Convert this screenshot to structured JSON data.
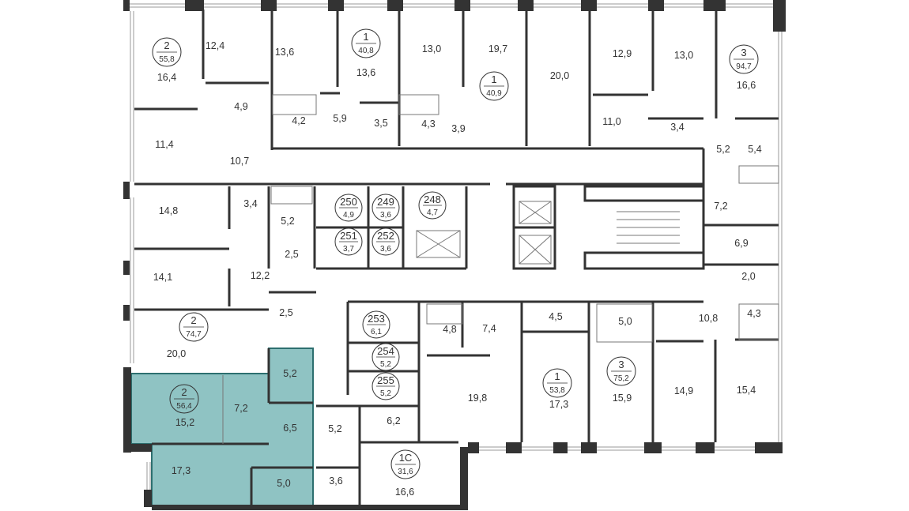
{
  "colors": {
    "wall": "#333333",
    "highlight": "#8fc3c3",
    "highlight_edge": "#2d6f6f",
    "text": "#333333",
    "background": "#ffffff"
  },
  "apartments": [
    {
      "id": "a1",
      "rooms": "2",
      "area": "55,8"
    },
    {
      "id": "a2",
      "rooms": "1",
      "area": "40,8"
    },
    {
      "id": "a3",
      "rooms": "1",
      "area": "40,9"
    },
    {
      "id": "a4",
      "rooms": "3",
      "area": "94,7"
    },
    {
      "id": "a5",
      "rooms": "2",
      "area": "74,7"
    },
    {
      "id": "a6",
      "rooms": "2",
      "area": "56,4"
    },
    {
      "id": "a7",
      "rooms": "1",
      "area": "53,8"
    },
    {
      "id": "a8",
      "rooms": "3",
      "area": "75,2"
    },
    {
      "id": "a9",
      "rooms": "1С",
      "area": "31,6"
    }
  ],
  "storage": [
    {
      "num": "250",
      "area": "4,9"
    },
    {
      "num": "249",
      "area": "3,6"
    },
    {
      "num": "248",
      "area": "4,7"
    },
    {
      "num": "251",
      "area": "3,7"
    },
    {
      "num": "252",
      "area": "3,6"
    },
    {
      "num": "253",
      "area": "6,1"
    },
    {
      "num": "254",
      "area": "5,2"
    },
    {
      "num": "255",
      "area": "5,2"
    }
  ],
  "rooms": [
    "16,4",
    "12,4",
    "13,6",
    "13,6",
    "13,0",
    "19,7",
    "20,0",
    "12,9",
    "13,0",
    "16,6",
    "4,9",
    "4,2",
    "5,9",
    "3,5",
    "4,3",
    "3,9",
    "11,0",
    "3,4",
    "5,2",
    "5,4",
    "11,4",
    "10,7",
    "14,8",
    "3,4",
    "5,2",
    "2,5",
    "7,2",
    "6,9",
    "2,0",
    "14,1",
    "12,2",
    "2,5",
    "10,8",
    "4,3",
    "20,0",
    "4,8",
    "7,4",
    "4,5",
    "5,0",
    "5,2",
    "7,2",
    "15,2",
    "6,5",
    "19,8",
    "17,3",
    "15,9",
    "14,9",
    "15,4",
    "5,2",
    "6,2",
    "17,3",
    "5,0",
    "3,6",
    "16,6"
  ]
}
